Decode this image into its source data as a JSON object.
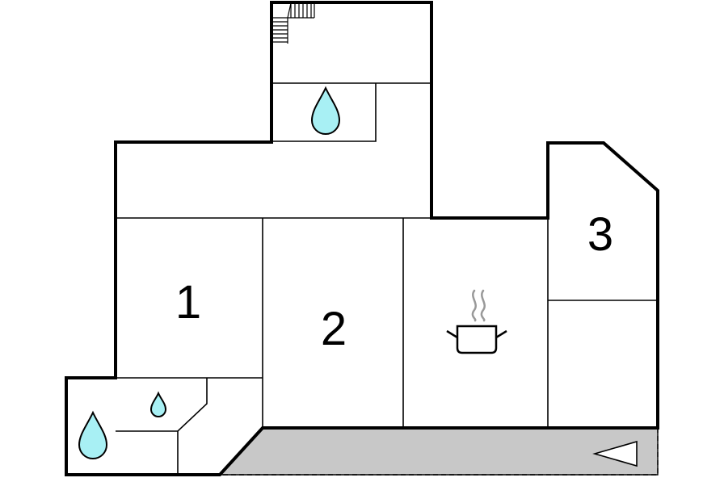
{
  "rooms": [
    {
      "id": "bedroom-1",
      "label": "1"
    },
    {
      "id": "bedroom-2",
      "label": "2"
    },
    {
      "id": "bedroom-3",
      "label": "3"
    }
  ],
  "icons": {
    "bathroom": "water-drop-icon",
    "kitchen": "cooking-pot-icon",
    "entrance": "arrow-left-icon",
    "stairs": "staircase-icon"
  },
  "colors": {
    "walls": "#000000",
    "water": "#a8f0f4",
    "terrace": "#c8c8c8",
    "steam": "#999999"
  }
}
